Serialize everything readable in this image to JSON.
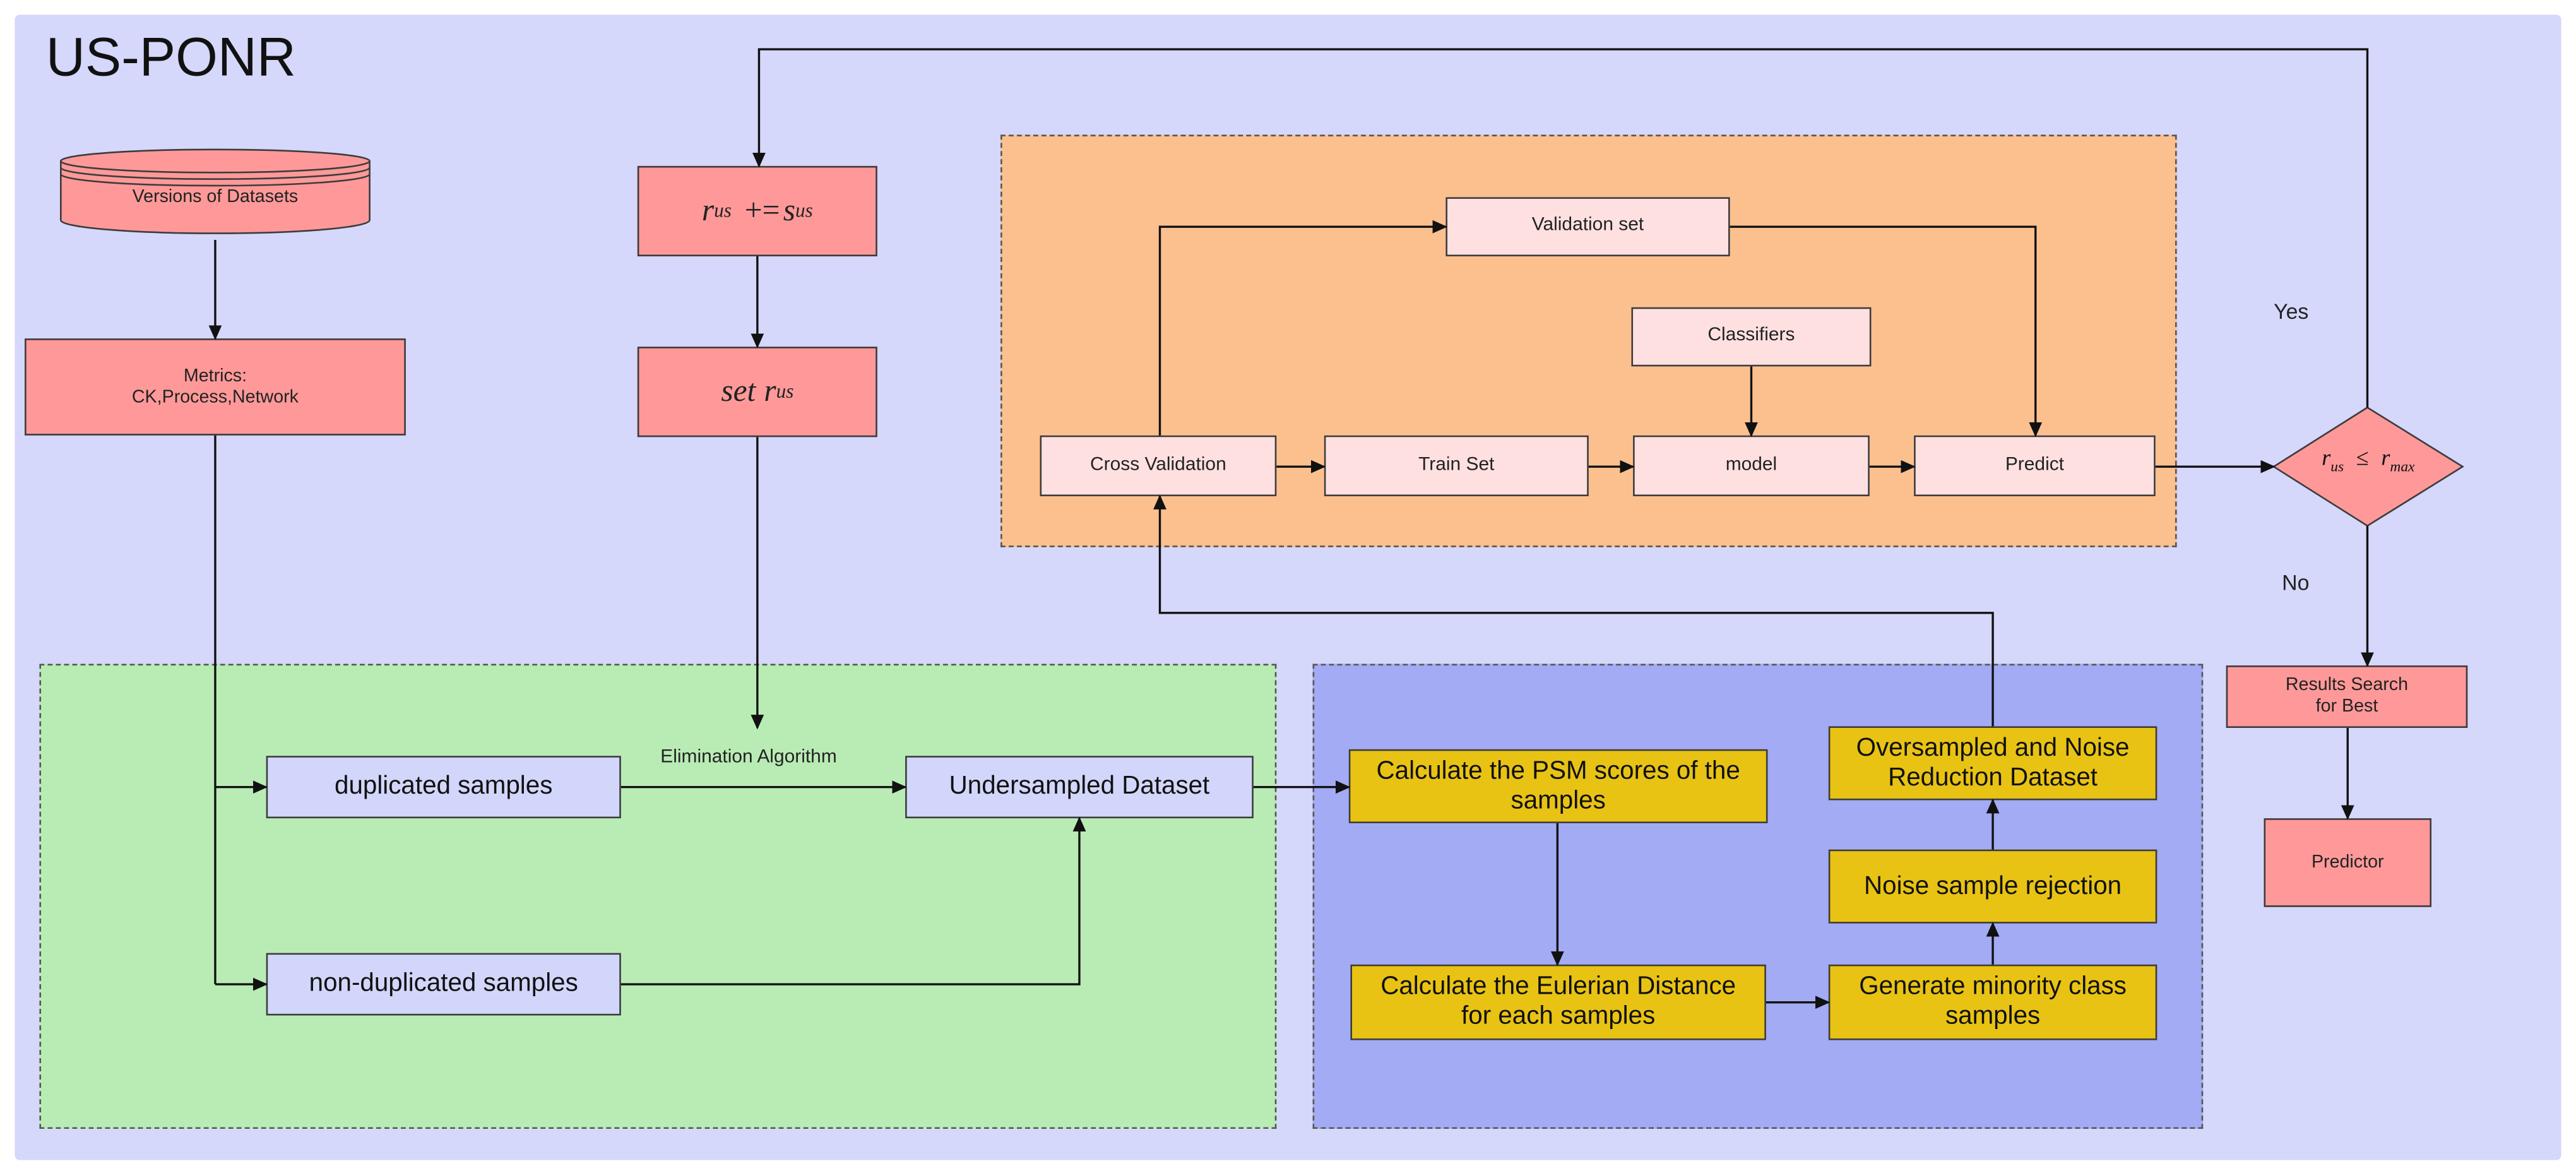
{
  "title": "US-PONR",
  "nodes": {
    "versions": "Versions of Datasets",
    "metrics_line1": "Metrics:",
    "metrics_line2": "CK,Process,Network",
    "rus_update": {
      "base": "r",
      "sub": "us",
      "op": "+=",
      "base2": "s",
      "sub2": "us"
    },
    "set_rus": {
      "word": "set",
      "base": "r",
      "sub": "us"
    },
    "validation_set": "Validation set",
    "classifiers": "Classifiers",
    "cross_validation": "Cross Validation",
    "train_set": "Train Set",
    "model": "model",
    "predict": "Predict",
    "condition": {
      "base": "r",
      "sub": "us",
      "op": "≤",
      "base2": "r",
      "sub2": "max"
    },
    "results_line1": "Results Search",
    "results_line2": "for Best",
    "predictor": "Predictor",
    "duplicated": "duplicated samples",
    "non_duplicated": "non-duplicated samples",
    "undersampled": "Undersampled Dataset",
    "psm_line1": "Calculate the PSM scores of the",
    "psm_line2": "samples",
    "eulerian_line1": "Calculate the Eulerian Distance",
    "eulerian_line2": "for each samples",
    "generate_line1": "Generate minority class",
    "generate_line2": "samples",
    "noise_rejection": "Noise sample rejection",
    "oversampled_line1": "Oversampled and Noise",
    "oversampled_line2": "Reduction Dataset"
  },
  "edge_labels": {
    "elimination": "Elimination Algorithm",
    "yes": "Yes",
    "no": "No"
  },
  "colors": {
    "main_bg": "#d5d7fb",
    "orange_panel": "#fcc08e",
    "green_panel": "#b9ecb5",
    "blue_panel": "#a2abf3",
    "red_node": "#ff9999",
    "pink_node": "#ffe0e0",
    "lavender_node": "#d2d6fa",
    "yellow_node": "#e8c314"
  }
}
